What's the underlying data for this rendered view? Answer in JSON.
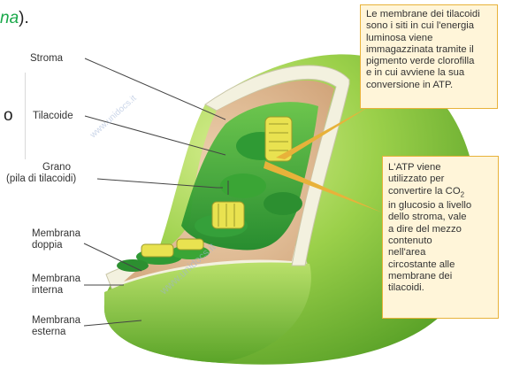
{
  "fragments": {
    "top_italic": "na",
    "top_after": ").",
    "left_char": "o"
  },
  "labels": {
    "stroma": "Stroma",
    "tilacoide": "Tilacoide",
    "grano_line1": "Grano",
    "grano_line2": "(pila di tilacoidi)",
    "membrana_doppia_line1": "Membrana",
    "membrana_doppia_line2": "doppia",
    "membrana_interna_line1": "Membrana",
    "membrana_interna_line2": "interna",
    "membrana_esterna_line1": "Membrana",
    "membrana_esterna_line2": "esterna"
  },
  "callout_membrane": [
    "Le membrane dei tilacoidi",
    "sono i siti in cui l'energia",
    "luminosa viene",
    "immagazzinata tramite il",
    "pigmento verde clorofilla",
    "e in cui avviene la sua",
    "conversione in ATP."
  ],
  "callout_atp": {
    "line1": "L'ATP viene",
    "line2": "utilizzato per",
    "line3_prefix": "convertire la CO",
    "line3_sub": "2",
    "rest": [
      "in glucosio a livello",
      "dello stroma, vale",
      "a dire del mezzo",
      "contenuto",
      "nell'area",
      "circostante alle",
      "membrane dei",
      "tilacoidi."
    ]
  },
  "watermarks": [
    "www.unidocs.it",
    "www.unidocs.it"
  ],
  "colors": {
    "callout_fill": "#fff5d9",
    "callout_border": "#e8b23a",
    "outer_membrane": "#8cc63f",
    "thylakoid_green": "#3aa535",
    "stroma": "#e2bf9a",
    "italic_green": "#1aa84a"
  }
}
